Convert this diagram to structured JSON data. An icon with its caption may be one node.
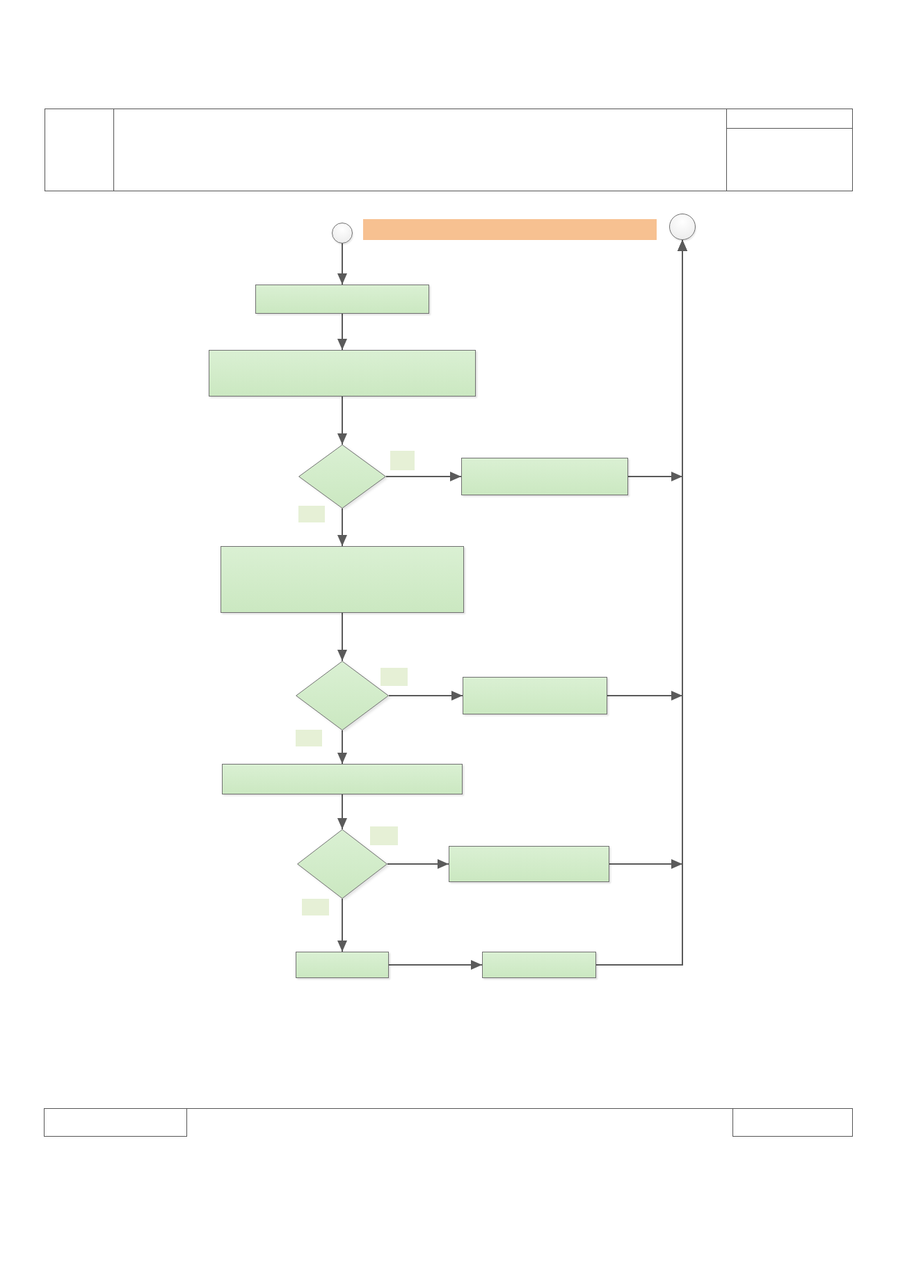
{
  "diagram": {
    "nodes": [
      {
        "text": [],
        "shape": "circle"
      },
      {
        "text": [],
        "shape": "bar"
      },
      {
        "text": [],
        "shape": "circle"
      },
      {
        "text": [],
        "shape": "box"
      },
      {
        "text": [],
        "shape": "box"
      },
      {
        "text": [],
        "shape": "diamond"
      },
      {
        "text": [],
        "shape": "box"
      },
      {
        "text": [],
        "shape": "box"
      },
      {
        "text": [],
        "shape": "diamond"
      },
      {
        "text": [],
        "shape": "box"
      },
      {
        "text": [],
        "shape": "box"
      },
      {
        "text": [],
        "shape": "diamond"
      },
      {
        "text": [],
        "shape": "box"
      },
      {
        "text": [],
        "shape": "box"
      },
      {
        "text": [],
        "shape": "box"
      }
    ],
    "edges": [
      {
        "from": 0,
        "to": 3,
        "arrow": "to"
      },
      {
        "from": 3,
        "to": 4,
        "arrow": "to"
      },
      {
        "from": 4,
        "to": 5,
        "arrow": "to"
      },
      {
        "from": 5,
        "to": 6,
        "arrow": "to"
      },
      {
        "from": 5,
        "to": 7,
        "arrow": "to"
      },
      {
        "from": 6,
        "to": 2,
        "arrow": "to"
      },
      {
        "from": 7,
        "to": 8,
        "arrow": "to"
      },
      {
        "from": 8,
        "to": 9,
        "arrow": "to"
      },
      {
        "from": 8,
        "to": 10,
        "arrow": "to"
      },
      {
        "from": 9,
        "to": 2,
        "arrow": "to"
      },
      {
        "from": 10,
        "to": 11,
        "arrow": "to"
      },
      {
        "from": 11,
        "to": 12,
        "arrow": "to"
      },
      {
        "from": 11,
        "to": 13,
        "arrow": "to"
      },
      {
        "from": 12,
        "to": 2,
        "arrow": "to"
      },
      {
        "from": 13,
        "to": 14,
        "arrow": "to"
      },
      {
        "from": 14,
        "to": 2,
        "arrow": "to"
      }
    ]
  }
}
